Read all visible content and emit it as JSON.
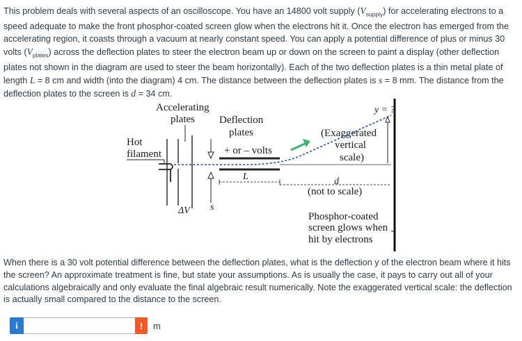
{
  "intro": {
    "s1": "This problem deals with several aspects of an oscilloscope. You have an 14800 volt supply (",
    "v_supply_var": "V",
    "v_supply_sub": "supply",
    "s2": ") for accelerating electrons to a speed adequate to make the front phosphor-coated screen glow when the electrons hit it. Once the electron has emerged from the accelerating region, it coasts through a vacuum at nearly constant speed. You can apply a potential difference of plus or minus 30 volts (",
    "v_plates_var": "V",
    "v_plates_sub": "plates",
    "s3": ") across the deflection plates to steer the electron beam up or down on the screen to paint a display (other deflection plates not shown in the diagram are used to steer the beam horizontally). Each of the two deflection plates is a thin metal plate of length ",
    "l_var": "L",
    "l_eq": " = 8 cm and width (into the diagram) 4 cm. The distance between the deflection plates is ",
    "s_var": "s",
    "s_eq": " = 8 mm. The distance from the deflection plates to the screen is ",
    "d_var": "d",
    "d_eq": " = 34 cm."
  },
  "figure": {
    "accelerating_line1": "Accelerating",
    "accelerating_line2": "plates",
    "deflection_line1": "Deflection",
    "deflection_line2": "plates",
    "hot_line1": "Hot",
    "hot_line2": "filament",
    "volts": "+ or – volts",
    "y_label": "y = ?",
    "exaggerated_line1": "(Exaggerated",
    "exaggerated_line2": "vertical",
    "exaggerated_line3": "scale)",
    "L_label": "L",
    "d_label": "d",
    "not_to_scale": "(not to scale)",
    "delta_v": "ΔV",
    "s_label": "s",
    "phosphor_line1": "Phosphor-coated",
    "phosphor_line2": "screen glows when",
    "phosphor_line3": "hit by electrons",
    "arrow_color": "#3cb371",
    "beam_color": "#1f4fb5"
  },
  "question": "When there is a 30 volt potential difference between the deflection plates, what is the deflection y of the electron beam where it hits the screen? An approximate treatment is fine, but state your assumptions. As is usually the case, it pays to carry out all of your calculations algebraically and only evaluate the final algebraic result numerically. Note the exaggerated vertical scale: the deflection is actually small compared to the distance to the screen.",
  "answer": {
    "info_icon_glyph": "i",
    "warn_icon_glyph": "!",
    "value": "",
    "units": "m"
  }
}
